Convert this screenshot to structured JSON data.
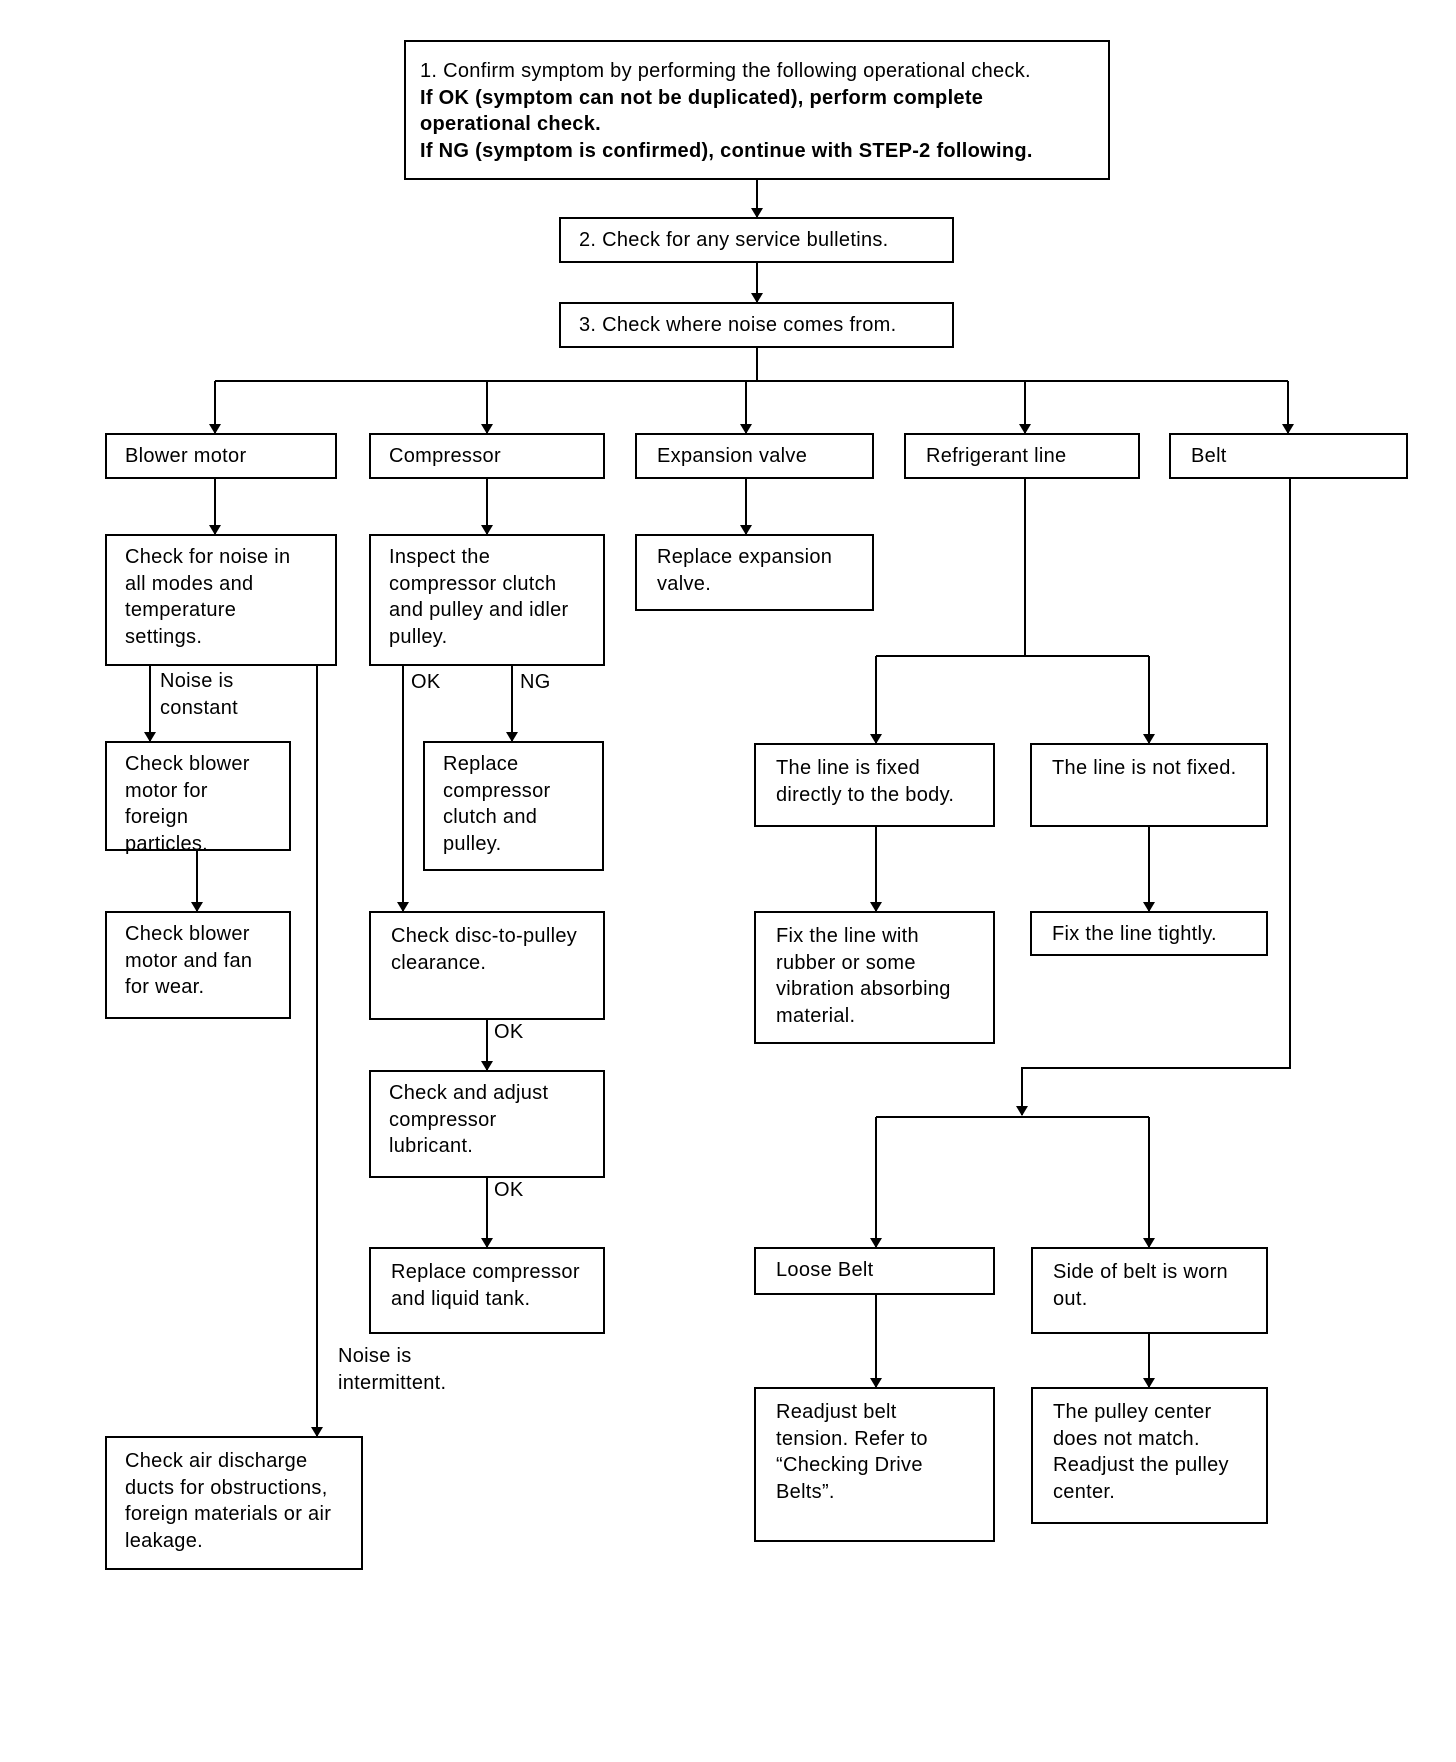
{
  "step1": {
    "line1": "1. Confirm symptom by performing the following operational check.",
    "line2": "If OK (symptom can not be duplicated), perform complete operational check.",
    "line3": "If NG (symptom is confirmed), continue with STEP-2 following."
  },
  "step2": "2. Check for any service bulletins.",
  "step3": "3. Check where noise comes from.",
  "categories": {
    "blower": "Blower motor",
    "compressor": "Compressor",
    "expansion": "Expansion valve",
    "refrigerant": "Refrigerant line",
    "belt": "Belt"
  },
  "blower": {
    "check_noise": "Check for noise in all modes and temperature settings.",
    "noise_constant": "Noise is constant",
    "check_particles": "Check blower motor for foreign particles.",
    "check_wear": "Check blower motor and fan for wear.",
    "noise_intermittent": "Noise is intermittent.",
    "check_ducts": "Check air discharge ducts for obstructions, foreign materials or air leakage."
  },
  "compressor": {
    "inspect": "Inspect the compressor clutch and pulley and idler pulley.",
    "ok": "OK",
    "ng": "NG",
    "replace_clutch": "Replace compressor clutch and pulley.",
    "check_clearance": "Check disc-to-pulley clearance.",
    "ok2": "OK",
    "check_lubricant": "Check and adjust compressor lubricant.",
    "ok3": "OK",
    "replace_compressor": "Replace compressor and liquid tank."
  },
  "expansion": {
    "replace": "Replace expansion valve."
  },
  "refrigerant": {
    "fixed": "The line is fixed directly to the body.",
    "not_fixed": "The line is not fixed.",
    "fix_rubber": "Fix the line with rubber or some vibration absorbing material.",
    "fix_tightly": "Fix the line tightly."
  },
  "belt": {
    "loose": "Loose Belt",
    "worn": "Side of belt is worn out.",
    "readjust_tension": "Readjust belt tension. Refer to “Checking Drive Belts”.",
    "pulley_center": "The pulley center does not match. Readjust the pulley center."
  }
}
